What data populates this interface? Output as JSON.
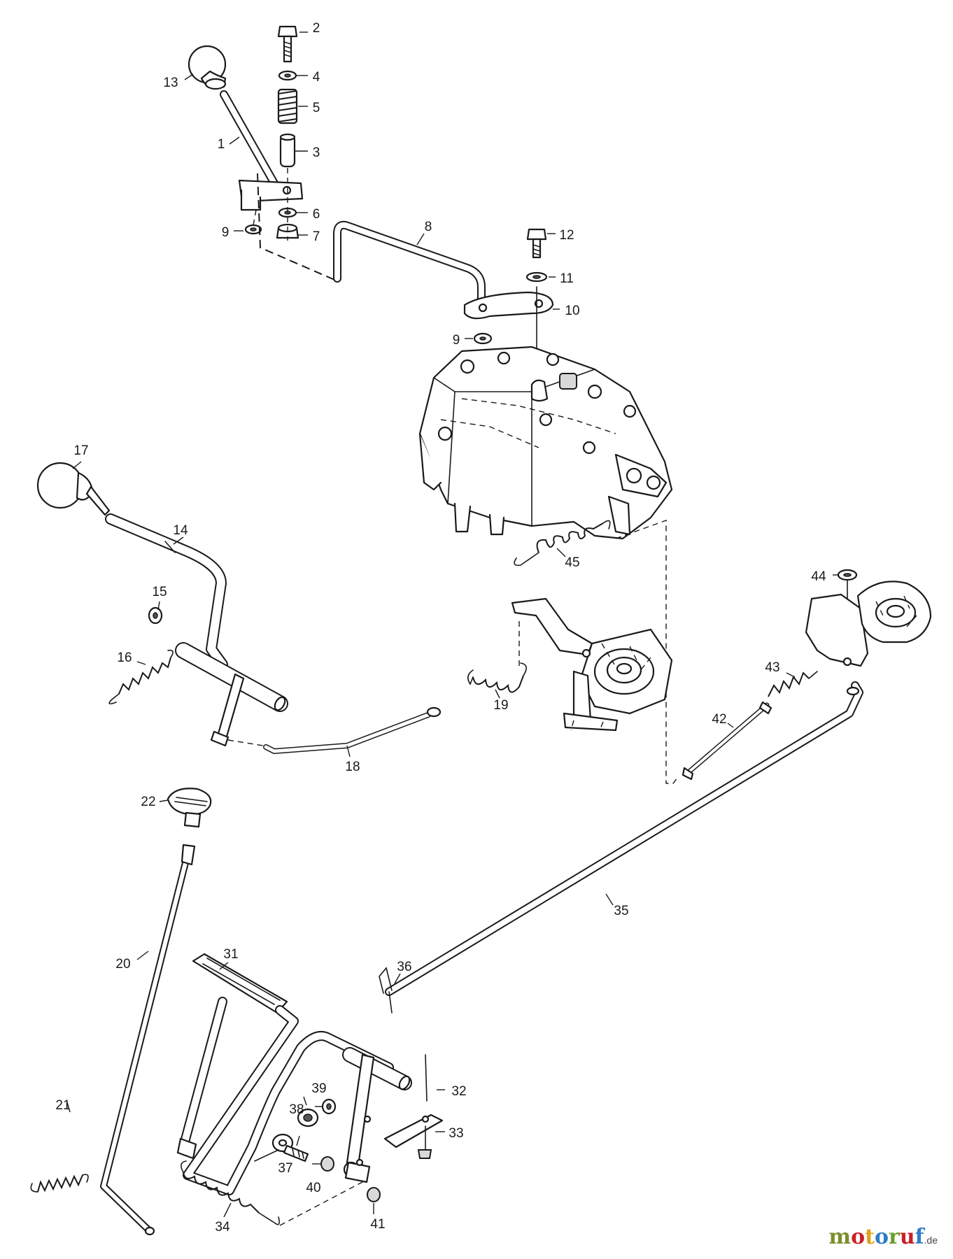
{
  "part_numbers": [
    "1",
    "2",
    "3",
    "4",
    "5",
    "6",
    "7",
    "8",
    "9",
    "9",
    "10",
    "11",
    "12",
    "13",
    "14",
    "15",
    "16",
    "17",
    "18",
    "19",
    "20",
    "21",
    "22",
    "31",
    "32",
    "33",
    "34",
    "35",
    "36",
    "37",
    "38",
    "39",
    "40",
    "41",
    "42",
    "43",
    "44",
    "45"
  ],
  "watermark": {
    "letters": [
      {
        "char": "m",
        "color": "#7a8f2b"
      },
      {
        "char": "o",
        "color": "#c8202a"
      },
      {
        "char": "t",
        "color": "#e0a21a"
      },
      {
        "char": "o",
        "color": "#2d7dc6"
      },
      {
        "char": "r",
        "color": "#6b9e2d"
      },
      {
        "char": "u",
        "color": "#c8202a"
      },
      {
        "char": "f",
        "color": "#2d7dc6"
      }
    ],
    "suffix": ".de"
  },
  "colors": {
    "line": "#1a1a1a",
    "background": "#ffffff"
  }
}
